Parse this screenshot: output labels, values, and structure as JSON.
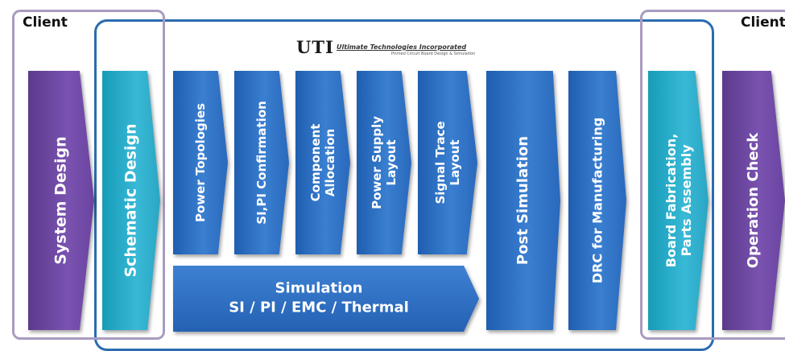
{
  "labels": {
    "client_left": "Client",
    "client_right": "Client"
  },
  "logo": {
    "mark": "UTI",
    "company": "Ultimate Technologies Incorporated",
    "tagline": "Printed Circuit Board Design & Simulation"
  },
  "steps": {
    "system_design": "System Design",
    "schematic_design": "Schematic Design",
    "power_topologies": "Power Topologies",
    "si_pi_confirmation": "SI,PI Confirmation",
    "component_allocation": [
      "Component",
      "Allocation"
    ],
    "power_supply_layout": [
      "Power Supply",
      "Layout"
    ],
    "signal_trace_layout": [
      "Signal Trace",
      "Layout"
    ],
    "post_simulation": "Post Simulation",
    "drc_for_manufacturing": "DRC for Manufacturing",
    "board_fabrication": [
      "Board Fabrication,",
      "Parts Assembly"
    ],
    "operation_check": "Operation Check"
  },
  "simulation": {
    "title": "Simulation",
    "detail": "SI / PI / EMC / Thermal"
  },
  "colors": {
    "client_purple": "#6a45a0",
    "schematic_teal": "#2aa6c4",
    "uti_blue": "#2a69bd",
    "client_frame": "#a99bc0",
    "uti_frame": "#2b6cb0"
  }
}
